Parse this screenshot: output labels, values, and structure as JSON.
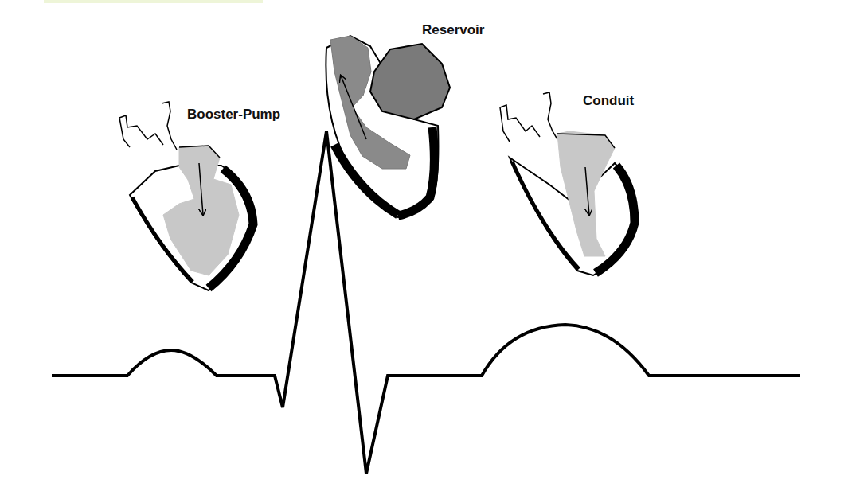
{
  "diagram": {
    "labels": [
      "Booster-Pump",
      "Reservoir",
      "Conduit"
    ]
  }
}
